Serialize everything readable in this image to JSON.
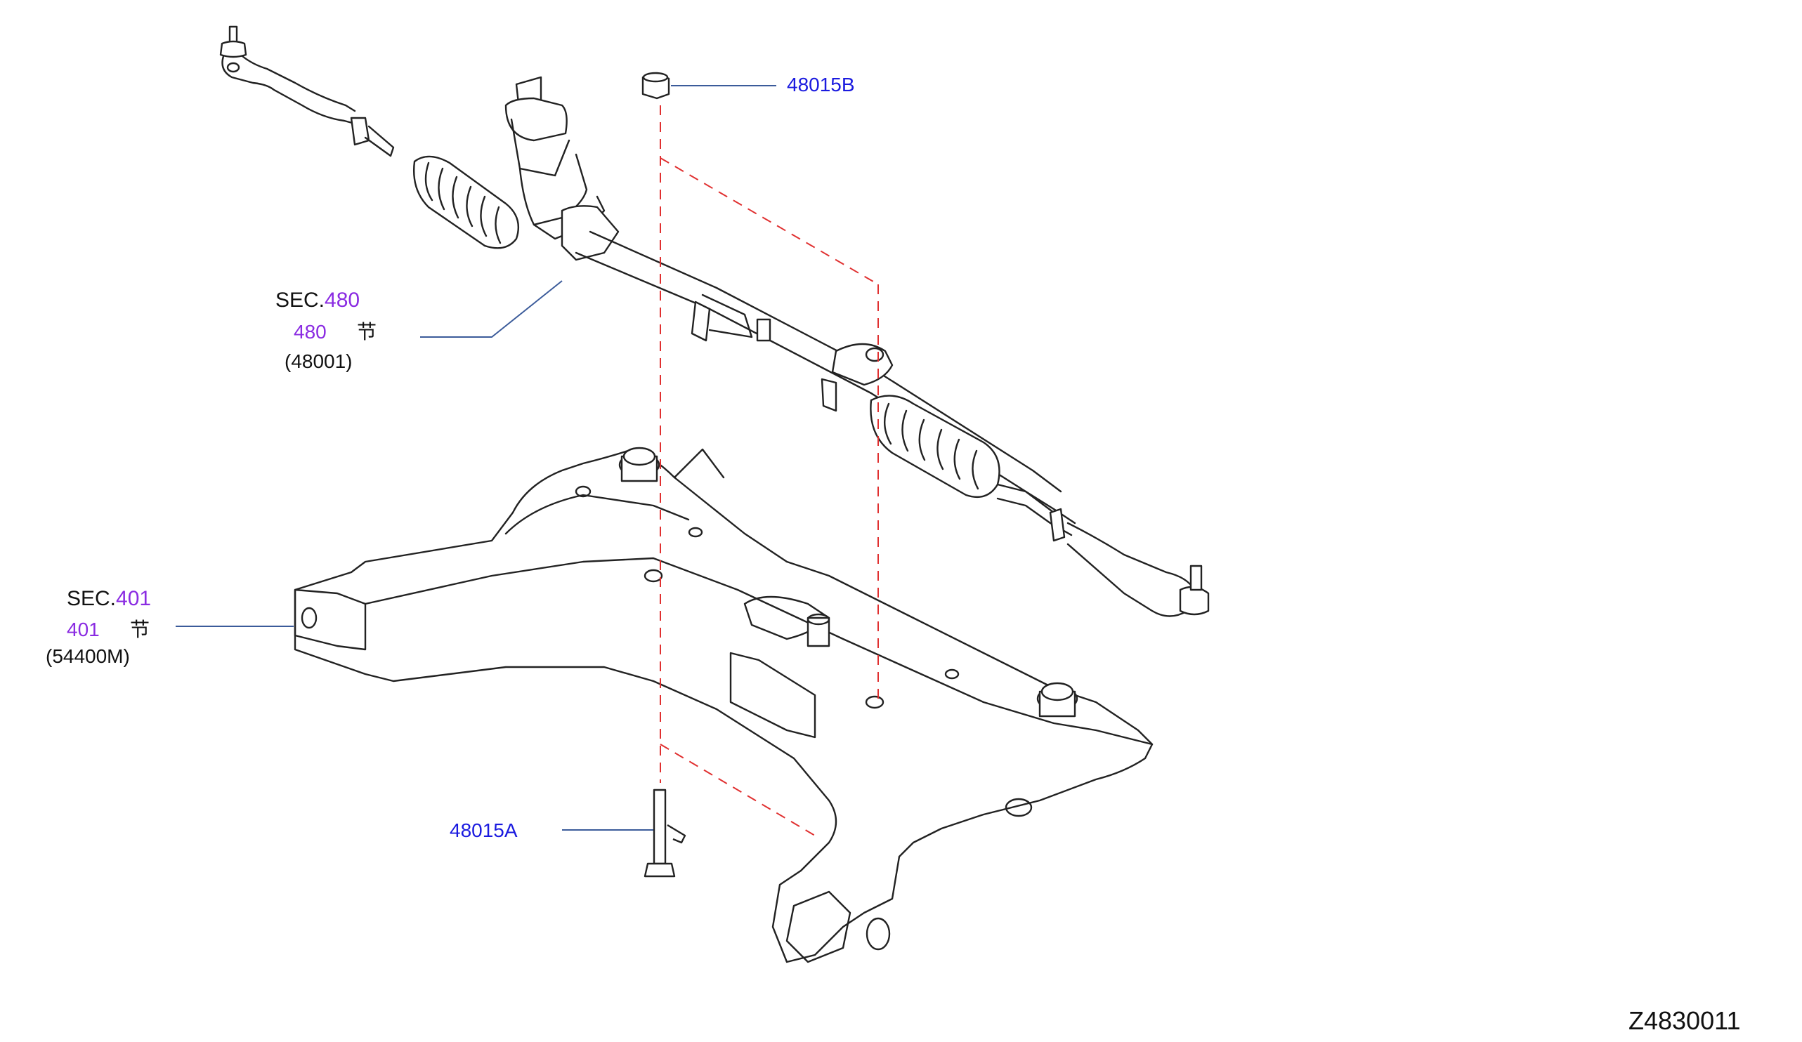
{
  "colors": {
    "link_blue": "#1a1adf",
    "link_purple": "#8a2be2",
    "text_black": "#111111",
    "line_blue": "#3b5b9a",
    "dash_red": "#e03030",
    "drawing": "#222222"
  },
  "callouts": {
    "nut": {
      "code": "48015B"
    },
    "bolt": {
      "code": "48015A"
    },
    "steering_gear": {
      "sec_prefix": "SEC.",
      "sec_number": "480",
      "sub_number": "480",
      "glyph": "节",
      "part_code": "(48001)"
    },
    "crossmember": {
      "sec_prefix": "SEC.",
      "sec_number": "401",
      "sub_number": "401",
      "glyph": "节",
      "part_code": "(54400M)"
    }
  },
  "diagram_id": "Z4830011"
}
